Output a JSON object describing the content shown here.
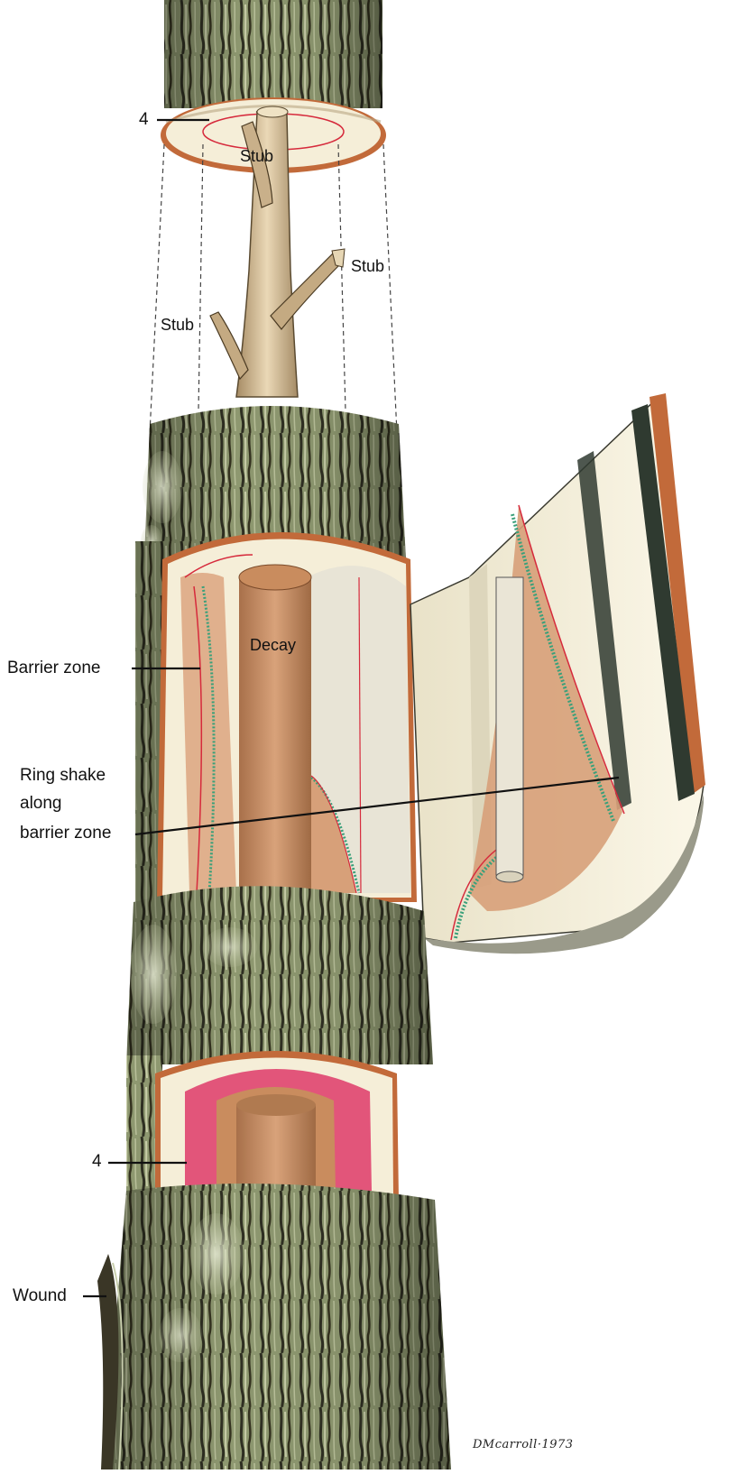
{
  "labels": {
    "top_ring": "4",
    "stub_top": "Stub",
    "stub_right": "Stub",
    "stub_left": "Stub",
    "decay": "Decay",
    "barrier_zone": "Barrier zone",
    "ring_shake_line1": "Ring shake",
    "ring_shake_line2": "along",
    "ring_shake_line3": "barrier zone",
    "bottom_ring": "4",
    "wound": "Wound"
  },
  "signature": "DMcarroll·1973",
  "colors": {
    "bark": "#8f9a72",
    "bark_dark": "#3b3a2a",
    "bark_light": "#c9cfae",
    "lichen": "#d7dcc4",
    "sapwood": "#f5eed8",
    "decay": "#c98c5e",
    "decay_dark": "#9b6440",
    "barrier_red": "#d62a3c",
    "barrier_green": "#3aa07a",
    "ring4_pink": "#e2557a",
    "cut_edge": "#c26a3a"
  }
}
